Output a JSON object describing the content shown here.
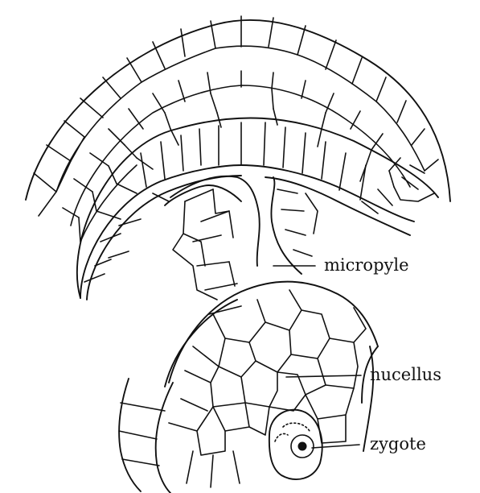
{
  "labels": {
    "micropyle": "micropyle",
    "nucellus": "nucellus",
    "zygote": "zygote"
  }
}
